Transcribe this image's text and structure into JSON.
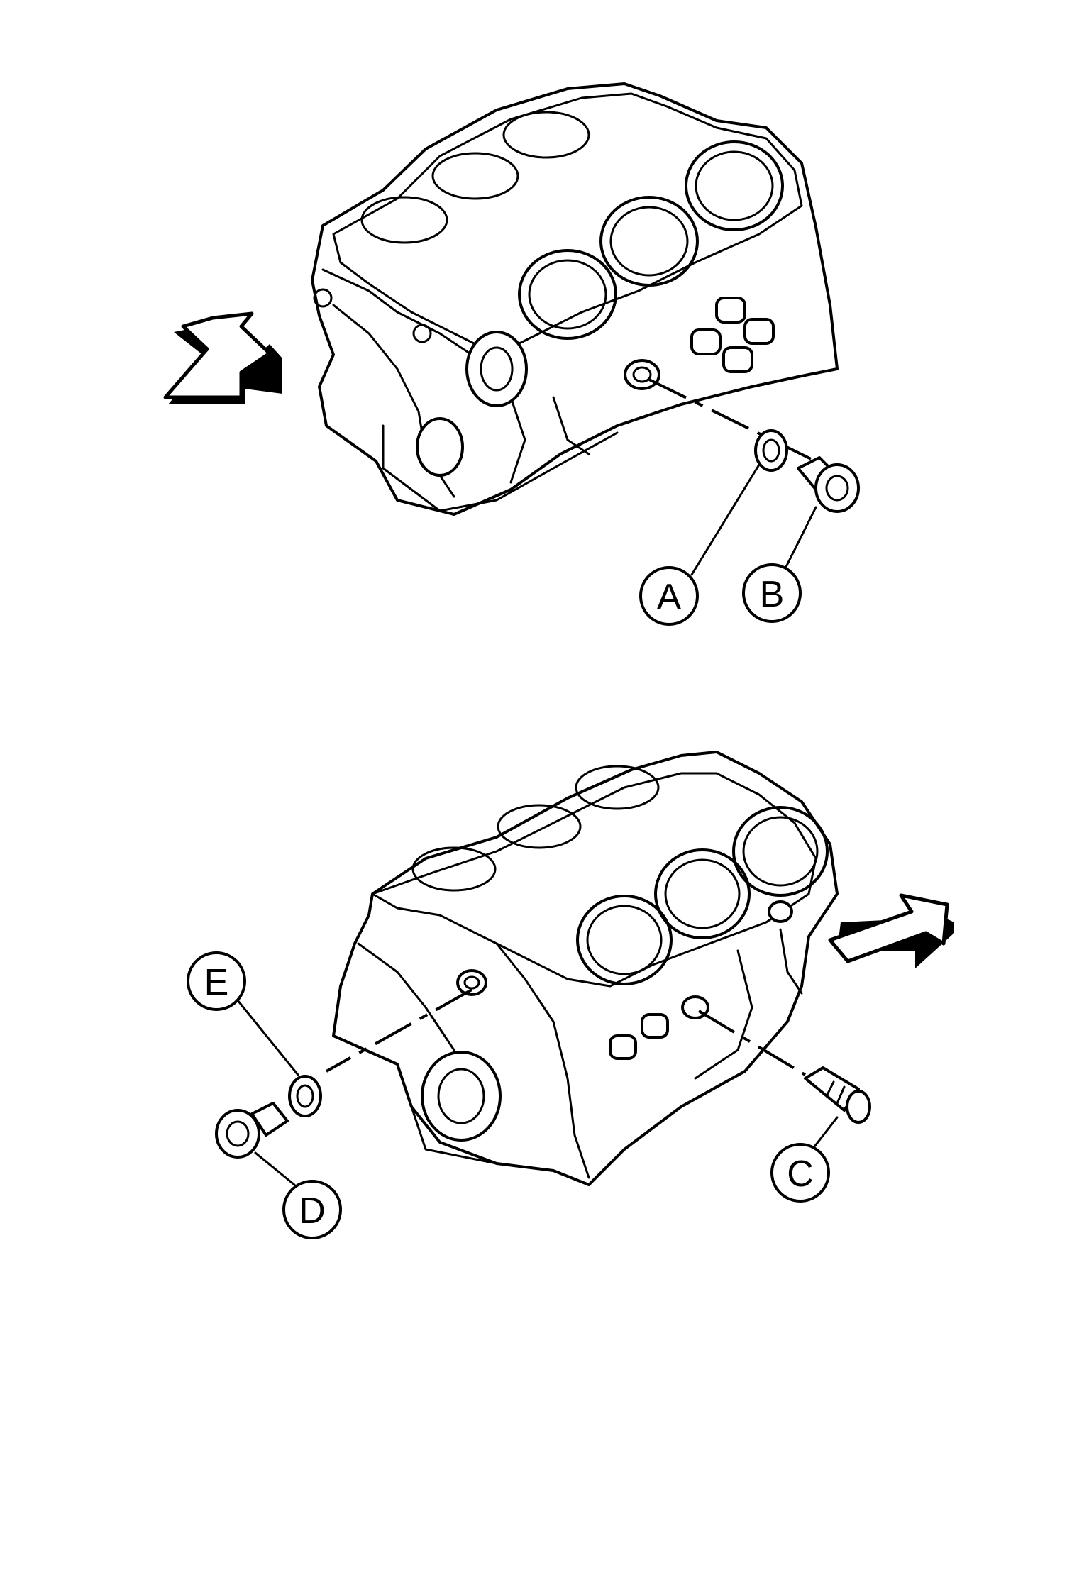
{
  "callouts": {
    "a": "A",
    "b": "B",
    "c": "C",
    "d": "D",
    "e": "E"
  },
  "colors": {
    "line": "#000000",
    "background": "#ffffff"
  },
  "icons": {
    "top_direction": "front-arrow-icon",
    "bottom_direction": "front-arrow-icon"
  }
}
